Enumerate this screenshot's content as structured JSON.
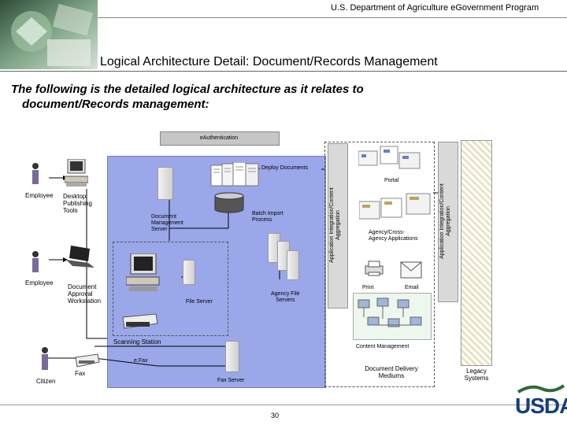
{
  "header": {
    "program": "U.S. Department of Agriculture eGovernment Program",
    "title": "Logical Architecture Detail: Document/Records Management"
  },
  "intro": {
    "line1": "The following is the detailed logical architecture as it relates to",
    "line2": "document/Records management:"
  },
  "diagram": {
    "eauth": "eAuthentication",
    "deploy_documents": "Deploy Documents",
    "portal": "Portal",
    "employee1": "Employee",
    "desktop_publishing": [
      "Desktop",
      "Publishing",
      "Tools"
    ],
    "document_management_server": [
      "Document",
      "Management",
      "Server"
    ],
    "batch_import": [
      "Batch Import",
      "Process"
    ],
    "app_integration_1": [
      "Application Integration/Content",
      "Aggregation"
    ],
    "app_integration_2": [
      "Application Integration/Content",
      "Aggregation"
    ],
    "agency_apps": [
      "Agency/Cross-",
      "Agency Applications"
    ],
    "employee2": "Employee",
    "document_approval": [
      "Document",
      "Approval",
      "Workstation"
    ],
    "file_server": "File Server",
    "agency_file_servers": [
      "Agency File",
      "Servers"
    ],
    "print": "Print",
    "email": "Email",
    "scanning_station": "Scanning Station",
    "content_management": "Content Management",
    "efax": "e.Fax",
    "citizen": "Citizen",
    "fax": "Fax",
    "fax_server": "Fax Server",
    "delivery": [
      "Document Delivery",
      "Mediums"
    ],
    "legacy": [
      "Legacy",
      "Systems"
    ]
  },
  "footer": {
    "page_number": "30",
    "logo": "USDA"
  },
  "colors": {
    "blue_zone": "#9aa7e8",
    "logo_blue": "#143f7d",
    "banner_green": "#5f8a67"
  }
}
